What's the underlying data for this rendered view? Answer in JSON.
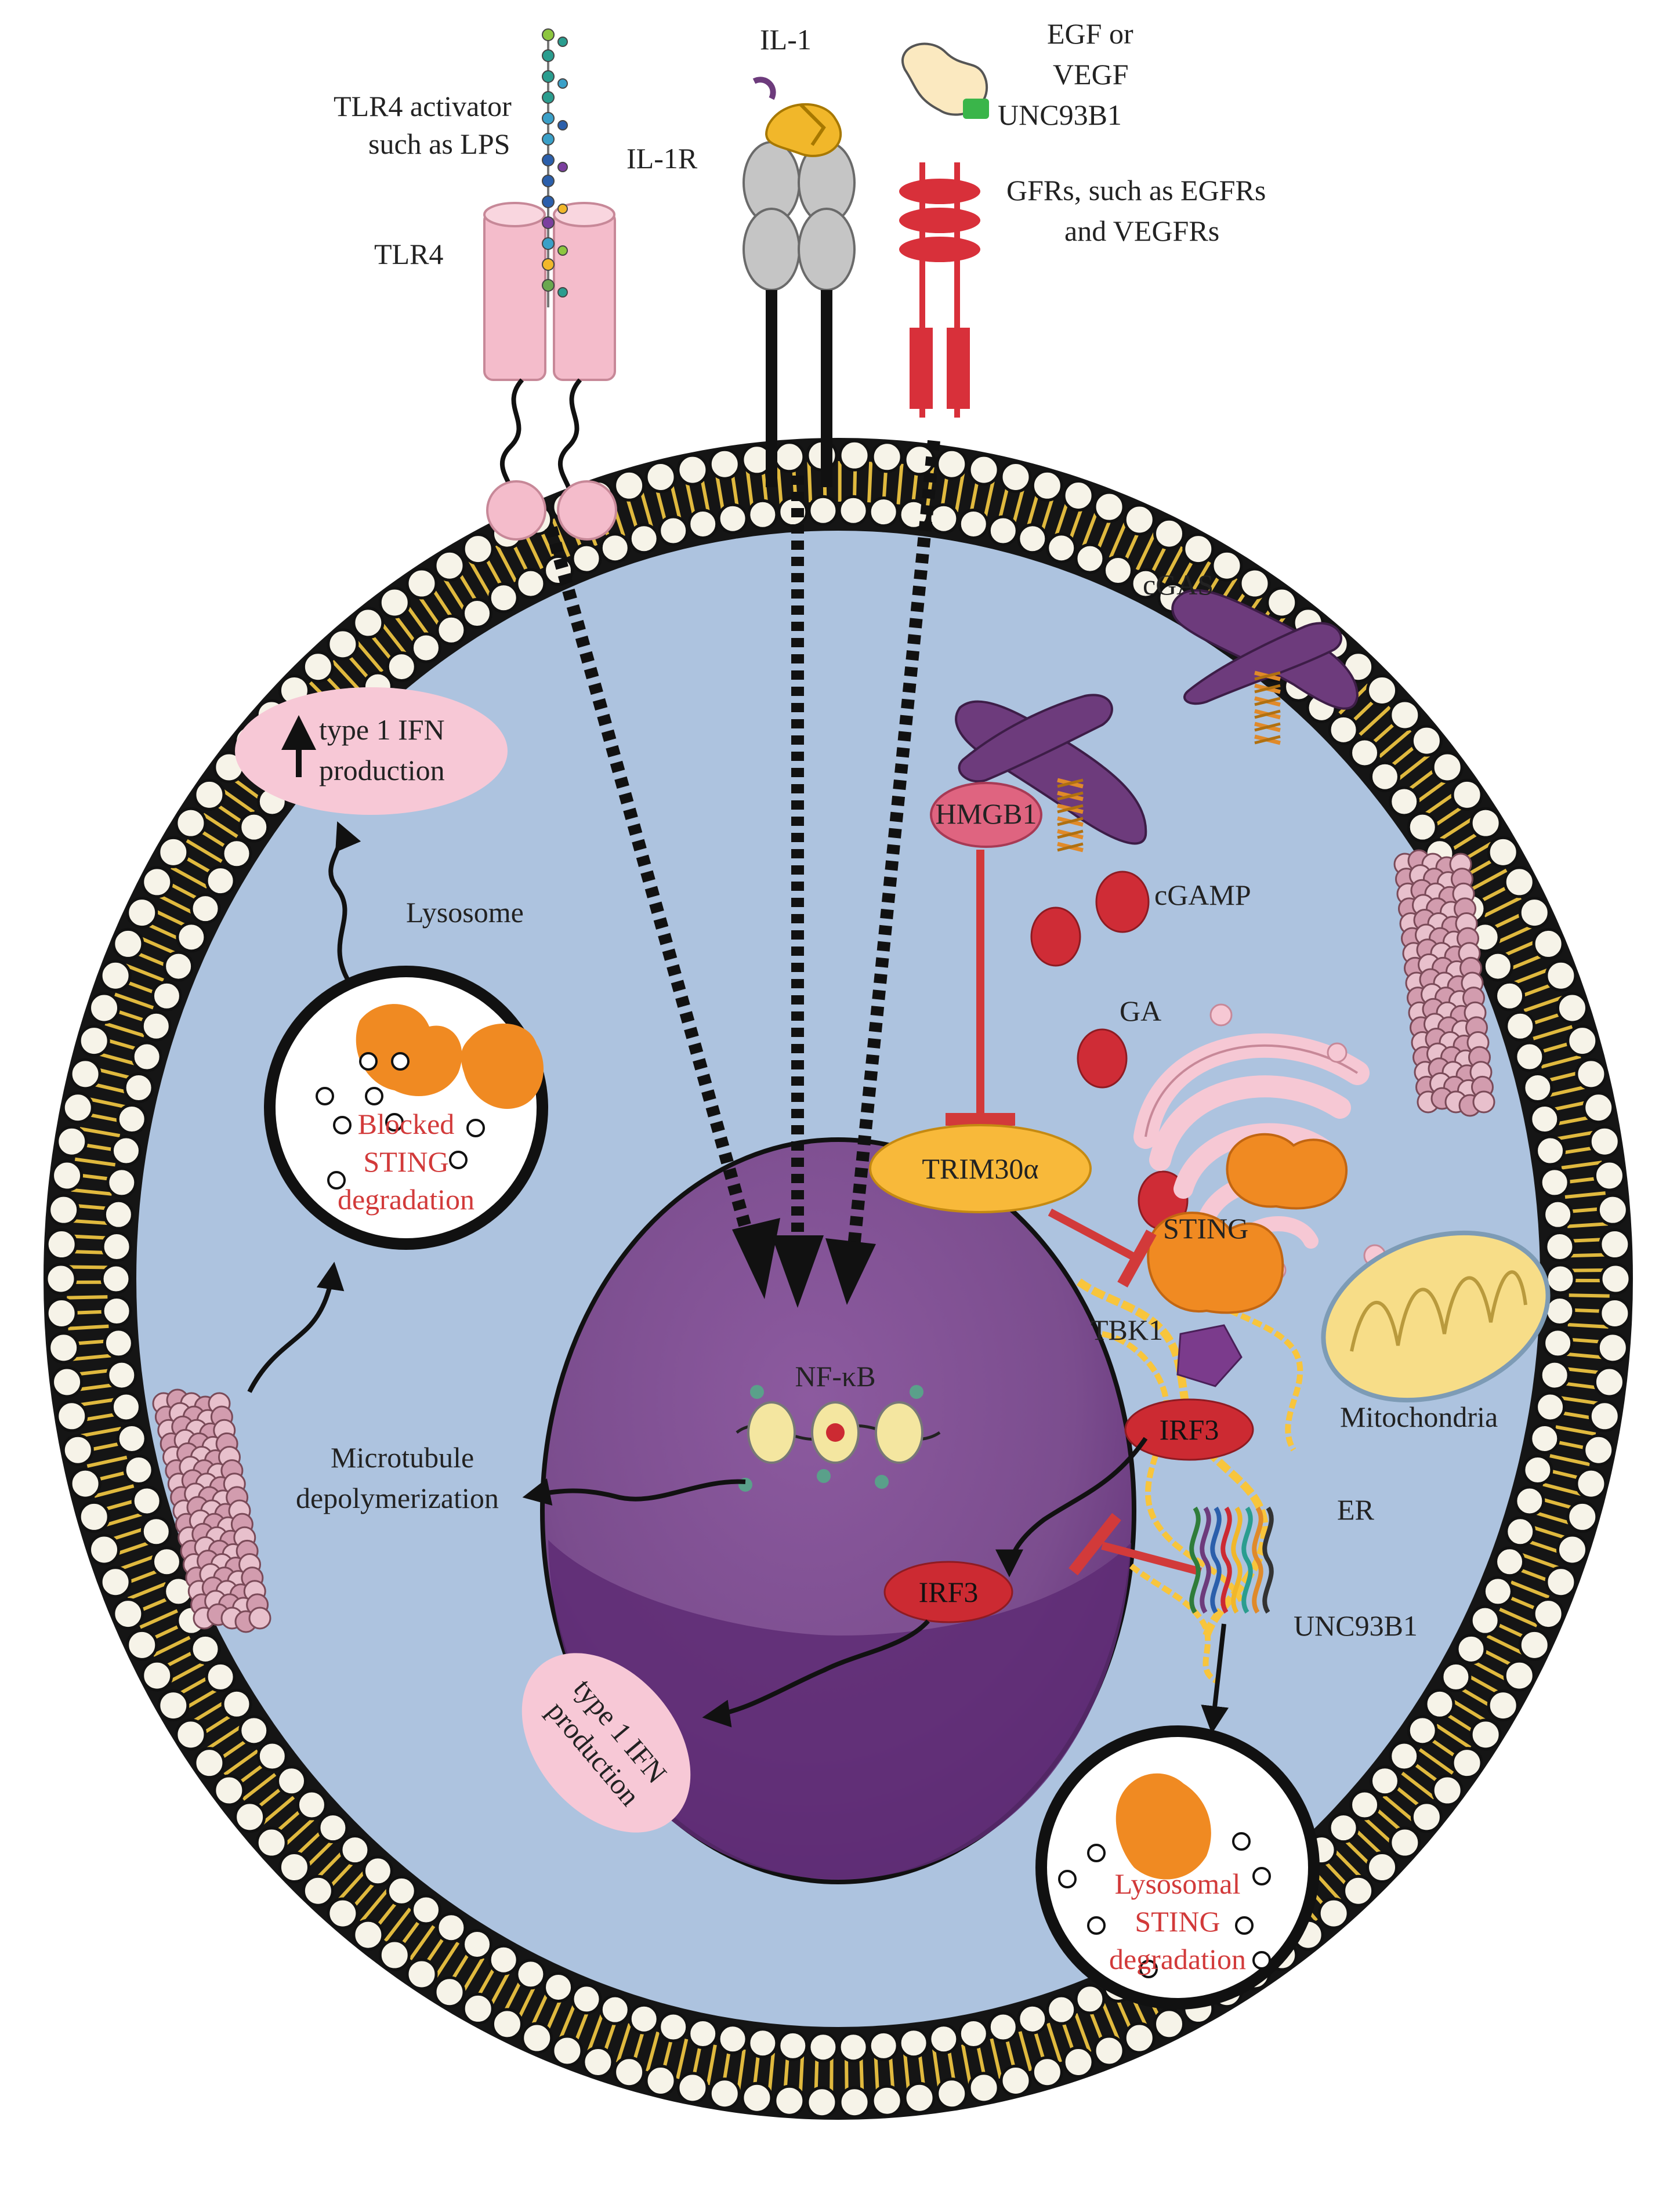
{
  "labels": {
    "tlr4_activator_line1": "TLR4 activator",
    "tlr4_activator_line2": "such as LPS",
    "tlr4": "TLR4",
    "il1": "IL-1",
    "il1r": "IL-1R",
    "egf_line1": "EGF or",
    "egf_line2": "VEGF",
    "unc93b1_top": "UNC93B1",
    "gfrs_line1": "GFRs, such as EGFRs",
    "gfrs_line2": "and VEGFRs",
    "cgas": "cGAS",
    "hmgb1": "HMGB1",
    "cgamp": "cGAMP",
    "ga": "GA",
    "trim30a": "TRIM30α",
    "sting": "STING",
    "tbk1": "TBK1",
    "mitochondria": "Mitochondria",
    "irf3_upper": "IRF3",
    "irf3_lower": "IRF3",
    "er": "ER",
    "unc93b1_er": "UNC93B1",
    "nfkb": "NF-κB",
    "microtubule_line1": "Microtubule",
    "microtubule_line2": "depolymerization",
    "lysosome": "Lysosome",
    "ifn_top_line1": "type 1 IFN",
    "ifn_top_line2": "production",
    "blocked_line1": "Blocked",
    "blocked_line2": "STING",
    "blocked_line3": "degradation",
    "ifn_nucleus_line1": "type 1 IFN",
    "ifn_nucleus_line2": "production",
    "lyso_deg_line1": "Lysosomal",
    "lyso_deg_line2": "STING",
    "lyso_deg_line3": "degradation"
  },
  "colors": {
    "cytoplasm": "#adc3df",
    "nucleus": "#7b4d8e",
    "nucleus_dark": "#5e2c74",
    "membrane_head": "#f6f3e8",
    "membrane_tail": "#e0b93e",
    "tlr4": "#f4bccb",
    "il1r": "#c5c5c5",
    "gfr": "#d8303a",
    "cgas": "#6d3b7c",
    "hmgb1": "#df6480",
    "cgamp": "#cf2c36",
    "trim30a": "#f8b93a",
    "sting": "#f08a22",
    "irf3": "#cc2a32",
    "ifn_ellipse": "#f7c8d6",
    "inhibition": "#d23a3a",
    "mitochondria": "#f7dd88",
    "golgi": "#f6c8d4",
    "microtubule": "#d29cae"
  }
}
